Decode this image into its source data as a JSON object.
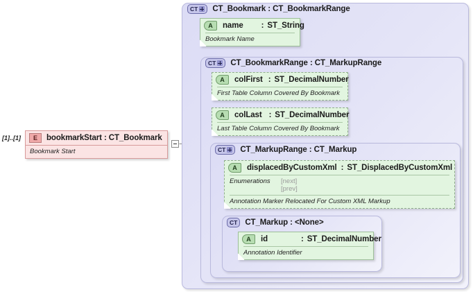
{
  "diagram": {
    "type": "xml-schema-tree",
    "cardinality": "[1]..[1]",
    "element": {
      "badge": "E",
      "title": "bookmarkStart : CT_Bookmark",
      "description": "Bookmark Start"
    },
    "toggle": {
      "icon": "collapse-minus-icon",
      "state": "expanded"
    },
    "groups": [
      {
        "id": "ct-bookmark",
        "badge": "CT",
        "has_plus": true,
        "title": "CT_Bookmark : CT_BookmarkRange",
        "attributes": [
          {
            "badge": "A",
            "name": "name",
            "separator": ":",
            "type": "ST_String",
            "description": "Bookmark Name",
            "optional": false
          }
        ]
      },
      {
        "id": "ct-bookmarkrange",
        "badge": "CT",
        "has_plus": true,
        "title": "CT_BookmarkRange : CT_MarkupRange",
        "attributes": [
          {
            "badge": "A",
            "name": "colFirst",
            "separator": ":",
            "type": "ST_DecimalNumber",
            "description": "First Table Column Covered By Bookmark",
            "optional": true
          },
          {
            "badge": "A",
            "name": "colLast",
            "separator": ":",
            "type": "ST_DecimalNumber",
            "description": "Last Table Column Covered By Bookmark",
            "optional": true
          }
        ]
      },
      {
        "id": "ct-markuprange",
        "badge": "CT",
        "has_plus": true,
        "title": "CT_MarkupRange : CT_Markup",
        "attributes": [
          {
            "badge": "A",
            "name": "displacedByCustomXml",
            "separator": ":",
            "type": "ST_DisplacedByCustomXml",
            "enumerations_label": "Enumerations",
            "enumerations": [
              "[next]",
              "[prev]"
            ],
            "description": "Annotation Marker Relocated For Custom XML Markup",
            "optional": true
          }
        ]
      },
      {
        "id": "ct-markup",
        "badge": "CT",
        "has_plus": false,
        "title": "CT_Markup : <None>",
        "attributes": [
          {
            "badge": "A",
            "name": "id",
            "separator": ":",
            "type": "ST_DecimalNumber",
            "description": "Annotation Identifier",
            "optional": false
          }
        ]
      }
    ],
    "colors": {
      "element_fill": "#fbe4e4",
      "element_border": "#d89a9a",
      "group_fill": "#e0e0f6",
      "group_border": "#b9b9dd",
      "attribute_fill": "#e2f5e0",
      "attribute_border": "#9dbf99",
      "connector": "#8a8a8a",
      "background": "#ffffff"
    }
  }
}
